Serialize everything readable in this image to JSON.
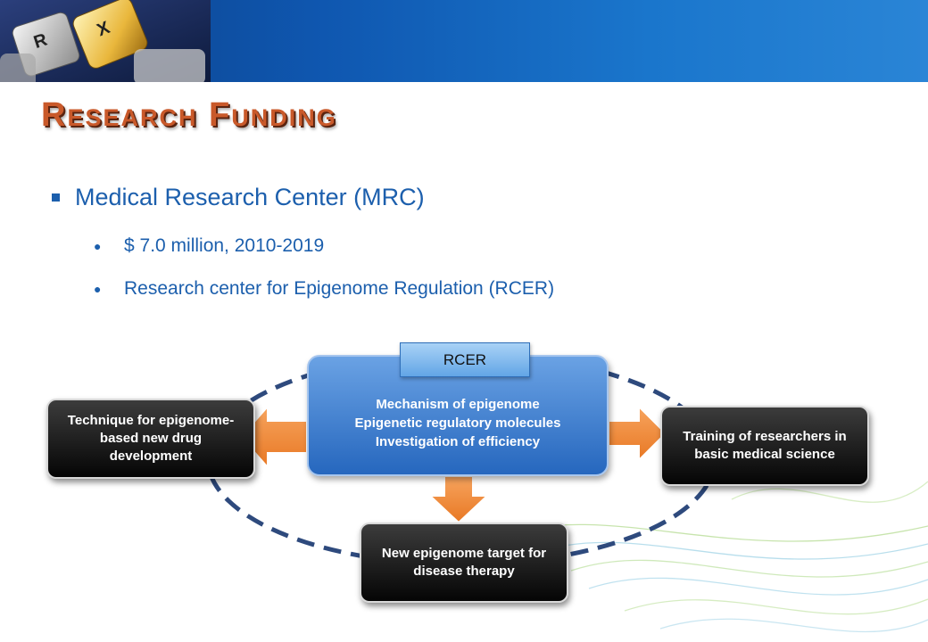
{
  "title": "Research Funding",
  "bullets": {
    "main": "Medical Research Center (MRC)",
    "sub": [
      "$ 7.0 million, 2010-2019",
      "Research center for Epigenome Regulation (RCER)"
    ]
  },
  "diagram": {
    "rcer_label": "RCER",
    "center_lines": [
      "Mechanism of epigenome",
      "Epigenetic regulatory molecules",
      "Investigation of efficiency"
    ],
    "left_box": "Technique for epigenome-based new drug development",
    "right_box": "Training of researchers in basic medical science",
    "bottom_box": "New epigenome target for disease therapy"
  },
  "header_photo_keys": [
    "R",
    "X"
  ],
  "colors": {
    "header_blue": "#1565c0",
    "title_orange": "#c9592a",
    "text_blue": "#1c5fad",
    "arrow_orange": "#f08a3a",
    "ellipse_dash": "#2e4a7d",
    "box_dark": "#111111",
    "center_blue": "#3f7fd0"
  }
}
